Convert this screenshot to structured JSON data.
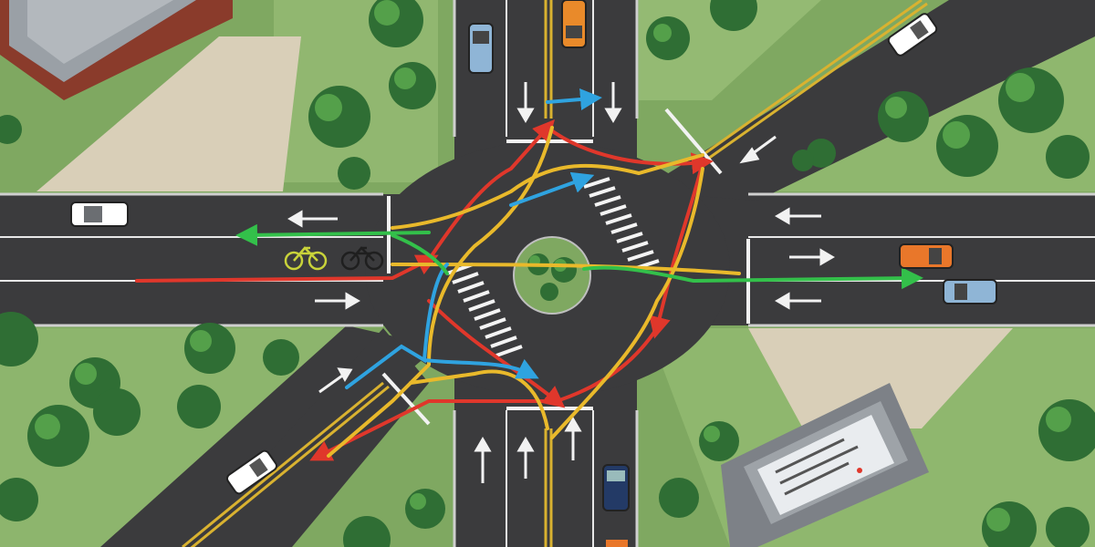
{
  "scene": {
    "subject": "intersection-traffic-flow-map",
    "view": "top-down"
  },
  "colors": {
    "grass": "#7fa861",
    "grass_light": "#9cc27a",
    "pavement": "#3b3b3d",
    "lane_white": "#e8e8e8",
    "center_yellow": "#d9b230",
    "roof_gray": "#8d9196",
    "brick": "#8a3b2b",
    "tree": "#2f6e34",
    "tree_light": "#54a04a",
    "path_red": "#e0372b",
    "path_yellow": "#e9b92b",
    "path_blue": "#2fa3e0",
    "path_green": "#33c04a"
  },
  "flow_paths": [
    {
      "color": "red",
      "count": 6
    },
    {
      "color": "yellow",
      "count": 5
    },
    {
      "color": "blue",
      "count": 3
    },
    {
      "color": "green",
      "count": 2
    }
  ],
  "vehicles": [
    {
      "type": "car",
      "color": "white",
      "heading": "west"
    },
    {
      "type": "car",
      "color": "orange",
      "heading": "south"
    },
    {
      "type": "car",
      "color": "light-blue",
      "heading": "south"
    },
    {
      "type": "car",
      "color": "white",
      "heading": "northeast"
    },
    {
      "type": "car",
      "color": "orange",
      "heading": "east"
    },
    {
      "type": "car",
      "color": "light-blue",
      "heading": "west"
    },
    {
      "type": "car",
      "color": "white",
      "heading": "northeast"
    },
    {
      "type": "car",
      "color": "dark-blue",
      "heading": "north"
    },
    {
      "type": "bicycle",
      "color": "yellow-green",
      "heading": "west"
    },
    {
      "type": "bicycle",
      "color": "dark",
      "heading": "west"
    }
  ],
  "icons": [
    "lane-arrow-icon",
    "bicycle-icon",
    "car-icon",
    "tree-icon",
    "building-icon",
    "billboard-icon"
  ]
}
